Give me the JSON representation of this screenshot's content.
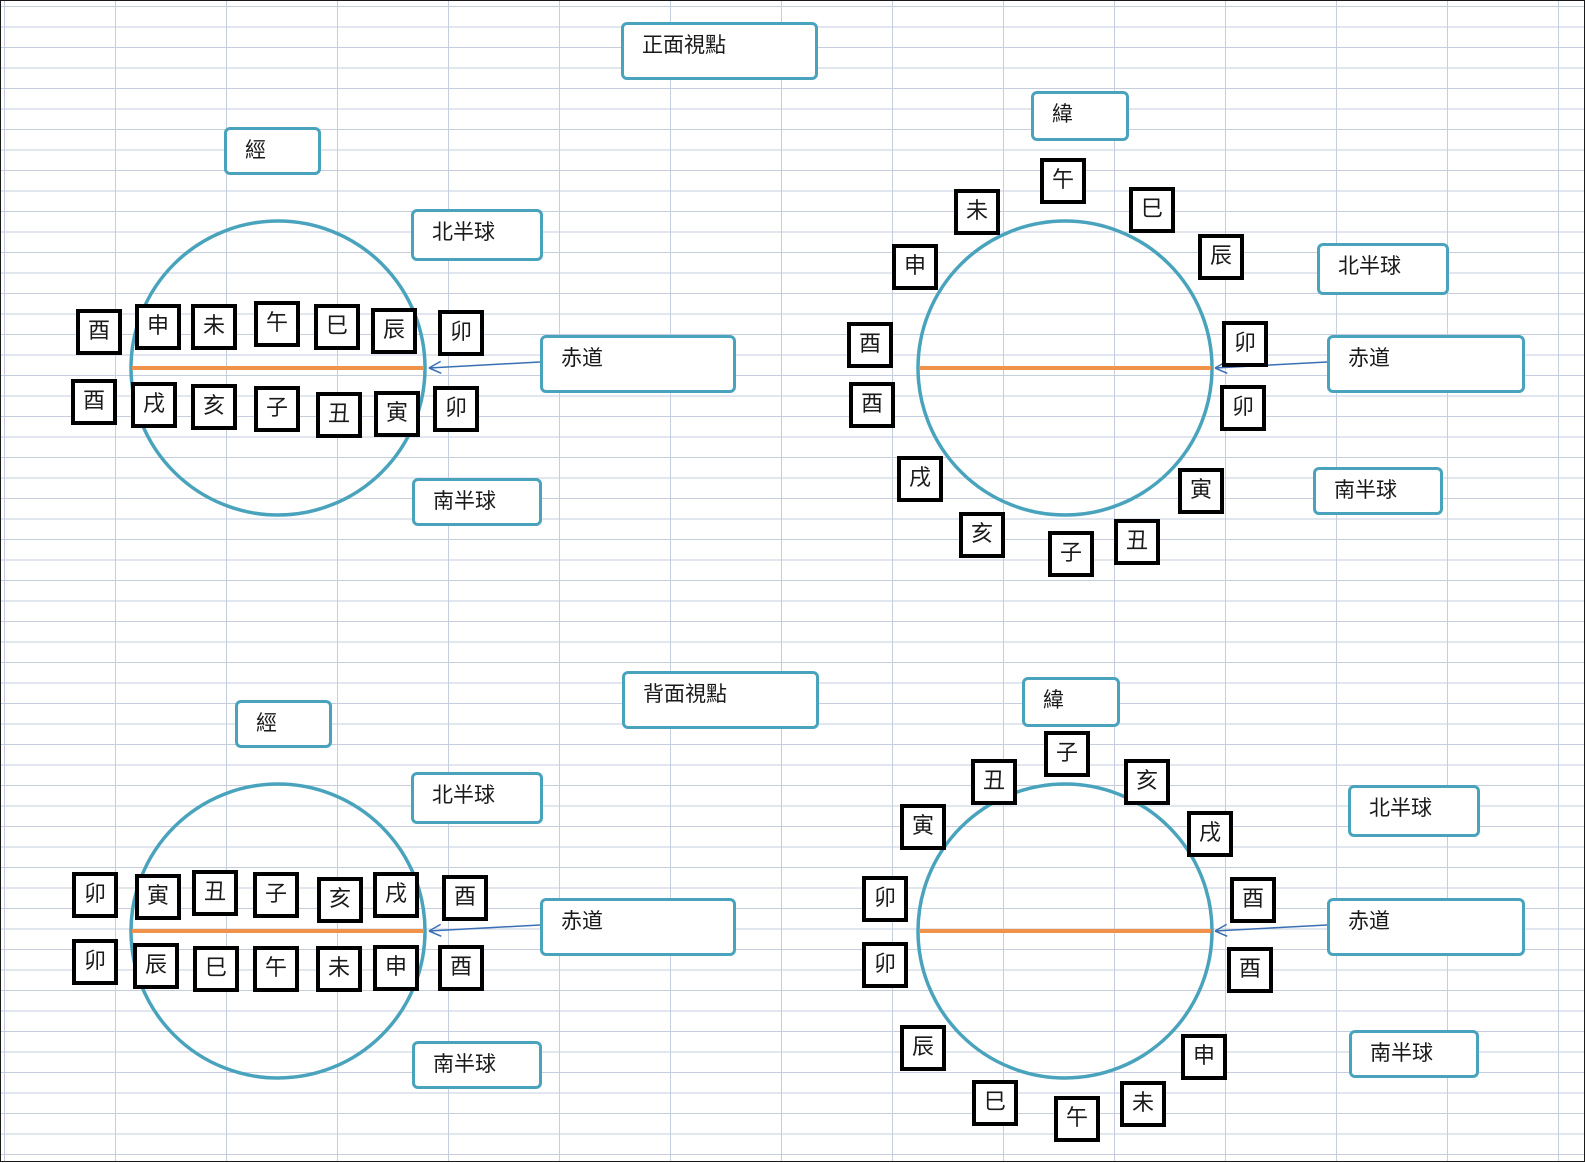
{
  "colors": {
    "circle": "#4aa3bd",
    "equator": "#f0924a",
    "arrow": "#3a6fb5",
    "chip_border": "#000000",
    "callout_border": "#4aa3bd",
    "grid": "#c6cedd"
  },
  "sections": {
    "front": {
      "title": "正面視點",
      "longitude": {
        "label": "經",
        "north": "北半球",
        "equator": "赤道",
        "south": "南半球",
        "upper_row": [
          "酉",
          "申",
          "未",
          "午",
          "巳",
          "辰",
          "卯"
        ],
        "lower_row": [
          "酉",
          "戌",
          "亥",
          "子",
          "丑",
          "寅",
          "卯"
        ]
      },
      "latitude": {
        "label": "緯",
        "north": "北半球",
        "equator": "赤道",
        "south": "南半球",
        "ring": [
          "午",
          "巳",
          "辰",
          "卯",
          "卯",
          "寅",
          "丑",
          "子",
          "亥",
          "戌",
          "酉",
          "酉",
          "申",
          "未"
        ]
      }
    },
    "back": {
      "title": "背面視點",
      "longitude": {
        "label": "經",
        "north": "北半球",
        "equator": "赤道",
        "south": "南半球",
        "upper_row": [
          "卯",
          "寅",
          "丑",
          "子",
          "亥",
          "戌",
          "酉"
        ],
        "lower_row": [
          "卯",
          "辰",
          "巳",
          "午",
          "未",
          "申",
          "酉"
        ]
      },
      "latitude": {
        "label": "緯",
        "north": "北半球",
        "equator": "赤道",
        "south": "南半球",
        "ring": [
          "子",
          "亥",
          "戌",
          "酉",
          "酉",
          "申",
          "未",
          "午",
          "巳",
          "辰",
          "卯",
          "卯",
          "寅",
          "丑"
        ]
      }
    }
  }
}
